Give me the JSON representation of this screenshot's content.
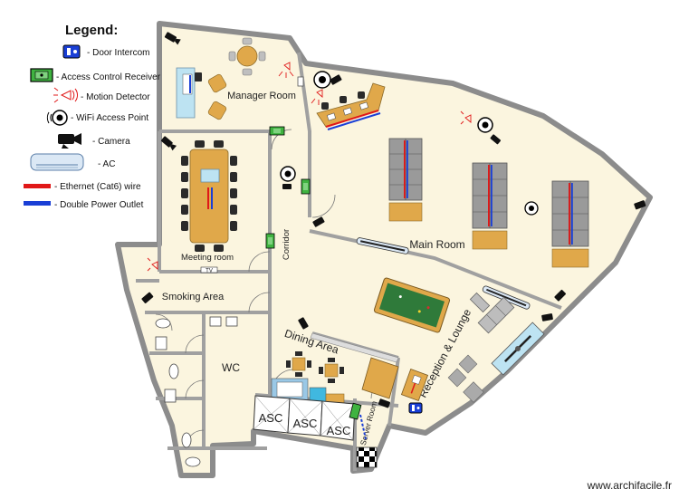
{
  "legend": {
    "title": "Legend:",
    "items": [
      {
        "icon": "door-intercom-icon",
        "label": "- Door Intercom"
      },
      {
        "icon": "access-control-receiver-icon",
        "label": "- Access Control Receiver"
      },
      {
        "icon": "motion-detector-icon",
        "label": "- Motion Detector"
      },
      {
        "icon": "wifi-access-point-icon",
        "label": "- WiFi Access Point"
      },
      {
        "icon": "camera-icon",
        "label": "- Camera"
      },
      {
        "icon": "ac-unit-icon",
        "label": "- AC"
      },
      {
        "icon": "ethernet-wire-icon",
        "label": "- Ethernet (Cat6) wire"
      },
      {
        "icon": "double-power-outlet-icon",
        "label": "- Double Power Outlet"
      }
    ]
  },
  "rooms": {
    "manager_room": "Manager Room",
    "meeting_room": "Meeting room",
    "corridor": "Corridor",
    "main_room": "Main Room",
    "smoking_area": "Smoking Area",
    "wc": "WC",
    "dining_area": "Dining Area",
    "reception_lounge": "Reception & Lounge",
    "server_room": "Server Room"
  },
  "labels": {
    "asc": "ASC",
    "tv": "TV"
  },
  "colors": {
    "floor": "#fbf5df",
    "wall": "#8c8c8c",
    "desk": "#e0a84a",
    "ethernet": "#e01818",
    "power": "#1a3fd6",
    "pool_table": "#2f7a3a"
  },
  "watermark": "www.archifacile.fr"
}
